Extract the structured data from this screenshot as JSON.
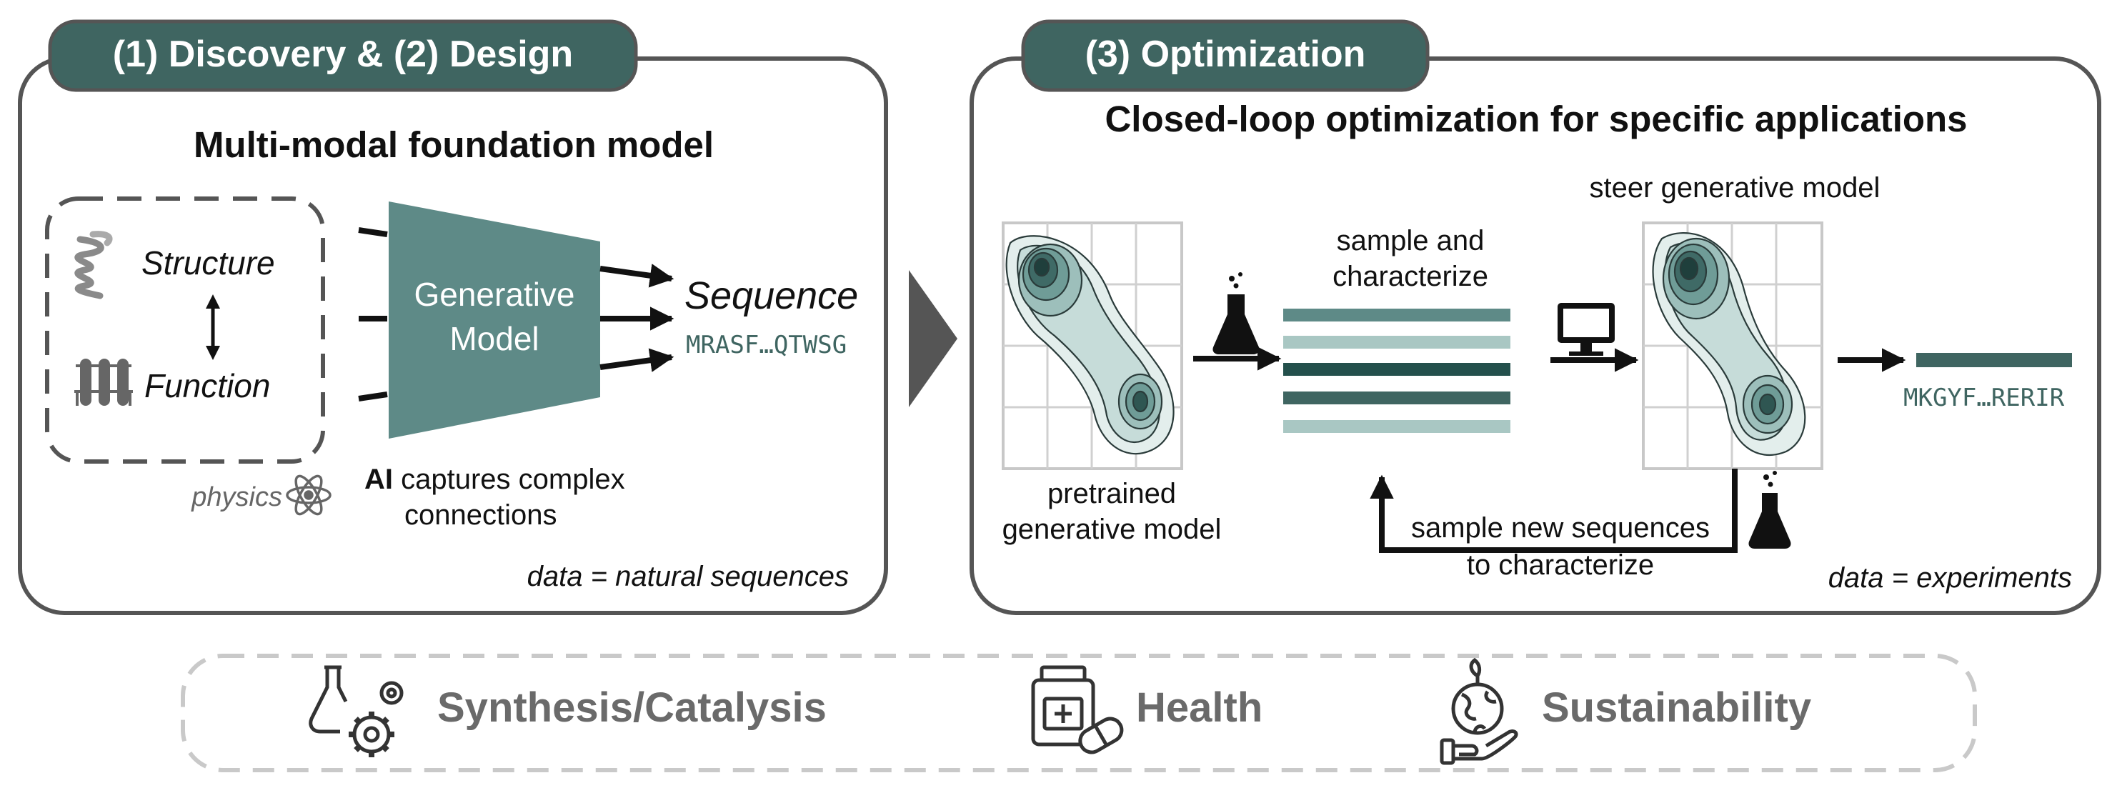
{
  "colors": {
    "teal": "#5e8a87",
    "teal_dark": "#3f6561",
    "teal_deep": "#24504c",
    "teal_light": "#a9c7c3",
    "panel_border": "#555555",
    "category_text": "#6a6a6a",
    "dashed_gray": "#c9c9c9"
  },
  "left_panel": {
    "tab_label": "(1) Discovery & (2) Design",
    "title": "Multi-modal foundation model",
    "inputs": {
      "structure": "Structure",
      "function": "Function",
      "structure_icon": "protein-helix-icon",
      "function_icon": "test-tubes-icon"
    },
    "physics_label": "physics",
    "physics_icon": "atom-icon",
    "model_label_line1": "Generative",
    "model_label_line2": "Model",
    "output_label": "Sequence",
    "output_sequence": "MRASF…QTWSG",
    "caption_bold": "AI",
    "caption_line1_rest": " captures complex",
    "caption_line2": "connections",
    "data_note": "data = natural sequences"
  },
  "right_panel": {
    "tab_label": "(3) Optimization",
    "title": "Closed-loop optimization for specific applications",
    "pretrained_line1": "pretrained",
    "pretrained_line2": "generative model",
    "sample_line1": "sample and",
    "sample_line2": "characterize",
    "steer_label": "steer generative model",
    "loop_line1": "sample new sequences",
    "loop_line2": "to characterize",
    "output_sequence": "MKGYF…RERIR",
    "data_note": "data = experiments",
    "flask_icon": "flask-icon",
    "computer_icon": "computer-icon"
  },
  "categories": [
    {
      "label": "Synthesis/Catalysis",
      "icon": "flask-gears-icon"
    },
    {
      "label": "Health",
      "icon": "medicine-bottle-icon"
    },
    {
      "label": "Sustainability",
      "icon": "earth-hand-icon"
    }
  ]
}
